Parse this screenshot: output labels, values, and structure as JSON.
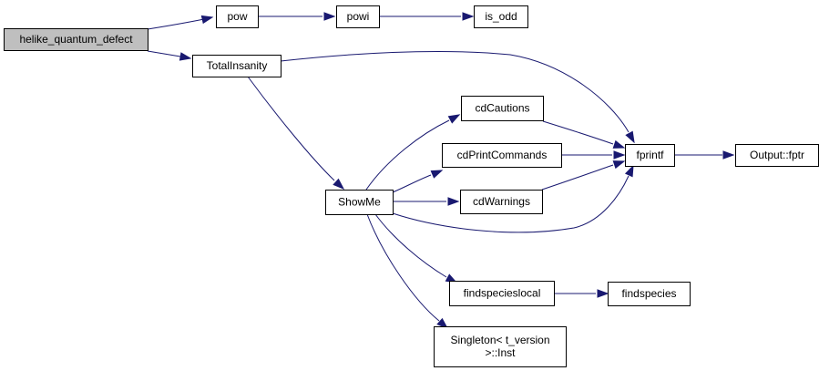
{
  "graph": {
    "edge_color": "#191970",
    "root_fill": "#bfbfbf",
    "node_fill": "#ffffff",
    "nodes": [
      {
        "id": "helike_quantum_defect",
        "lines": [
          "helike_quantum_defect"
        ]
      },
      {
        "id": "pow",
        "lines": [
          "pow"
        ]
      },
      {
        "id": "powi",
        "lines": [
          "powi"
        ]
      },
      {
        "id": "is_odd",
        "lines": [
          "is_odd"
        ]
      },
      {
        "id": "TotalInsanity",
        "lines": [
          "TotalInsanity"
        ]
      },
      {
        "id": "fprintf",
        "lines": [
          "fprintf"
        ]
      },
      {
        "id": "Output::fptr",
        "lines": [
          "Output::fptr"
        ]
      },
      {
        "id": "ShowMe",
        "lines": [
          "ShowMe"
        ]
      },
      {
        "id": "cdCautions",
        "lines": [
          "cdCautions"
        ]
      },
      {
        "id": "cdPrintCommands",
        "lines": [
          "cdPrintCommands"
        ]
      },
      {
        "id": "cdWarnings",
        "lines": [
          "cdWarnings"
        ]
      },
      {
        "id": "findspecieslocal",
        "lines": [
          "findspecieslocal"
        ]
      },
      {
        "id": "findspecies",
        "lines": [
          "findspecies"
        ]
      },
      {
        "id": "Singleton_t_version_Inst",
        "lines": [
          "Singleton< t_version",
          ">::Inst"
        ]
      }
    ],
    "edges": [
      {
        "from": "helike_quantum_defect",
        "to": "pow"
      },
      {
        "from": "helike_quantum_defect",
        "to": "TotalInsanity"
      },
      {
        "from": "pow",
        "to": "powi"
      },
      {
        "from": "powi",
        "to": "is_odd"
      },
      {
        "from": "TotalInsanity",
        "to": "fprintf"
      },
      {
        "from": "TotalInsanity",
        "to": "ShowMe"
      },
      {
        "from": "fprintf",
        "to": "Output::fptr"
      },
      {
        "from": "ShowMe",
        "to": "cdCautions"
      },
      {
        "from": "ShowMe",
        "to": "cdPrintCommands"
      },
      {
        "from": "ShowMe",
        "to": "cdWarnings"
      },
      {
        "from": "ShowMe",
        "to": "fprintf"
      },
      {
        "from": "ShowMe",
        "to": "findspecieslocal"
      },
      {
        "from": "ShowMe",
        "to": "Singleton_t_version_Inst"
      },
      {
        "from": "cdCautions",
        "to": "fprintf"
      },
      {
        "from": "cdPrintCommands",
        "to": "fprintf"
      },
      {
        "from": "cdWarnings",
        "to": "fprintf"
      },
      {
        "from": "findspecieslocal",
        "to": "findspecies"
      }
    ]
  }
}
